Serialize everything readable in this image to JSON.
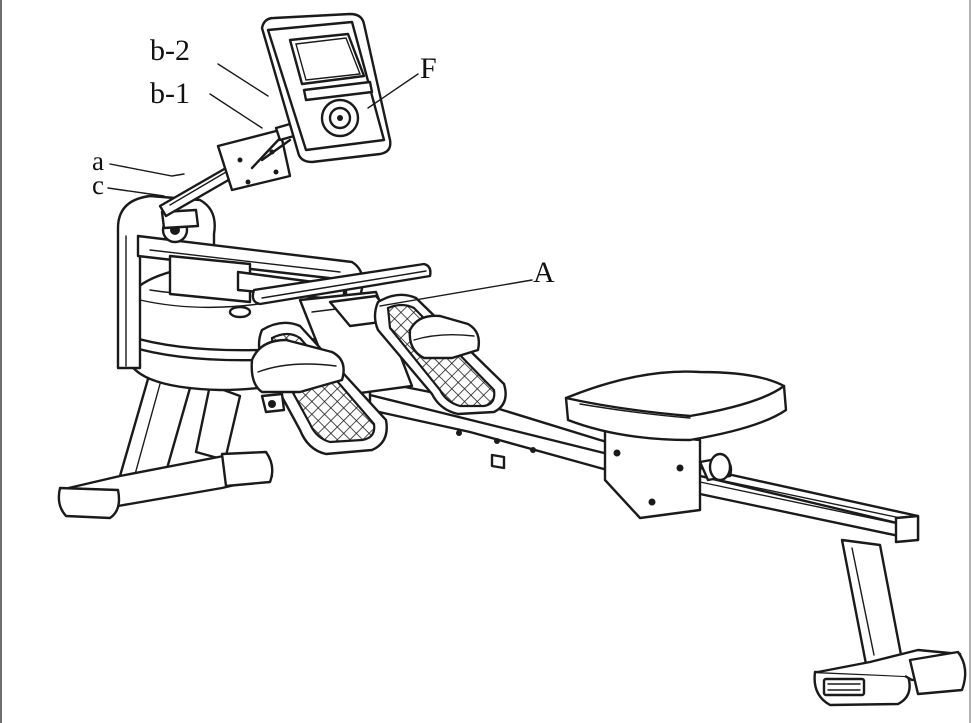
{
  "labels": {
    "b2": "b-2",
    "b1": "b-1",
    "a": "a",
    "c": "c",
    "F": "F",
    "A": "A"
  },
  "colors": {
    "line": "#1a1a1a",
    "background": "#ffffff",
    "frame": "#6e6e6e"
  }
}
